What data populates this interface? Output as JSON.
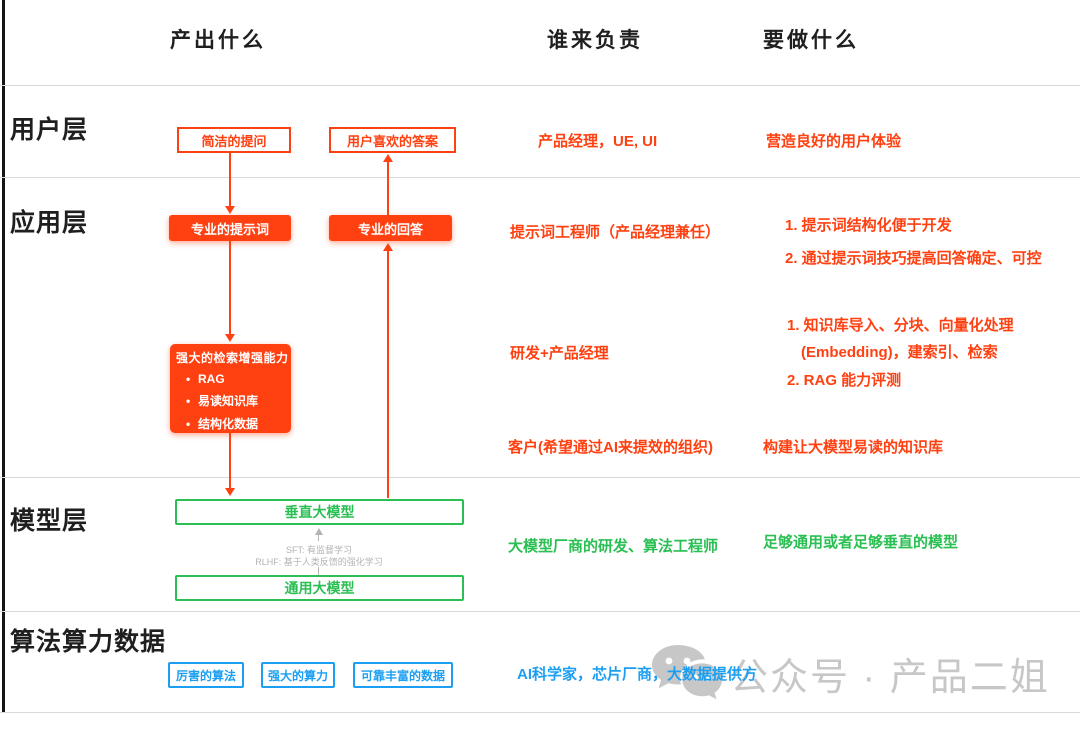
{
  "colors": {
    "bg": "#ffffff",
    "orange": "#ff4112",
    "green": "#2abf52",
    "blue": "#1c9ff2",
    "line": "#d9d9d9",
    "ink": "#1f1f1f",
    "note": "#b3b3b3",
    "watermark": "#c7c7c7"
  },
  "columns": {
    "output": "产出什么",
    "owner": "谁来负责",
    "todo": "要做什么"
  },
  "layers": {
    "user": {
      "label": "用户层",
      "box_question": "简洁的提问",
      "box_answer": "用户喜欢的答案",
      "owner": "产品经理，UE, UI",
      "todo": "营造良好的用户体验"
    },
    "app": {
      "label": "应用层",
      "box_prompt": "专业的提示词",
      "box_response": "专业的回答",
      "rag_box": {
        "title": "强大的检索增强能力",
        "bullet": "•",
        "items": [
          "RAG",
          "易读知识库",
          "结构化数据"
        ]
      },
      "owner_prompt": "提示词工程师（产品经理兼任）",
      "todo_prompt": [
        "1. 提示词结构化便于开发",
        "2. 通过提示词技巧提高回答确定、可控"
      ],
      "owner_rag": "研发+产品经理",
      "todo_rag": [
        "1. 知识库导入、分块、向量化处理",
        "(Embedding)，建索引、检索",
        "2. RAG 能力评测"
      ],
      "owner_customer": "客户(希望通过AI来提效的组织)",
      "todo_customer": "构建让大模型易读的知识库"
    },
    "model": {
      "label": "模型层",
      "box_vertical": "垂直大模型",
      "box_general": "通用大模型",
      "note_sft": "SFT: 有监督学习",
      "note_rlhf": "RLHF: 基于人类反馈的强化学习",
      "owner": "大模型厂商的研发、算法工程师",
      "todo": "足够通用或者足够垂直的模型"
    },
    "foundation": {
      "label": "算法算力数据",
      "box_algorithm": "厉害的算法",
      "box_compute": "强大的算力",
      "box_data": "可靠丰富的数据",
      "owner": "AI科学家，芯片厂商，大数据提供方"
    }
  },
  "watermark": {
    "text": "公众号 · 产品二姐"
  }
}
